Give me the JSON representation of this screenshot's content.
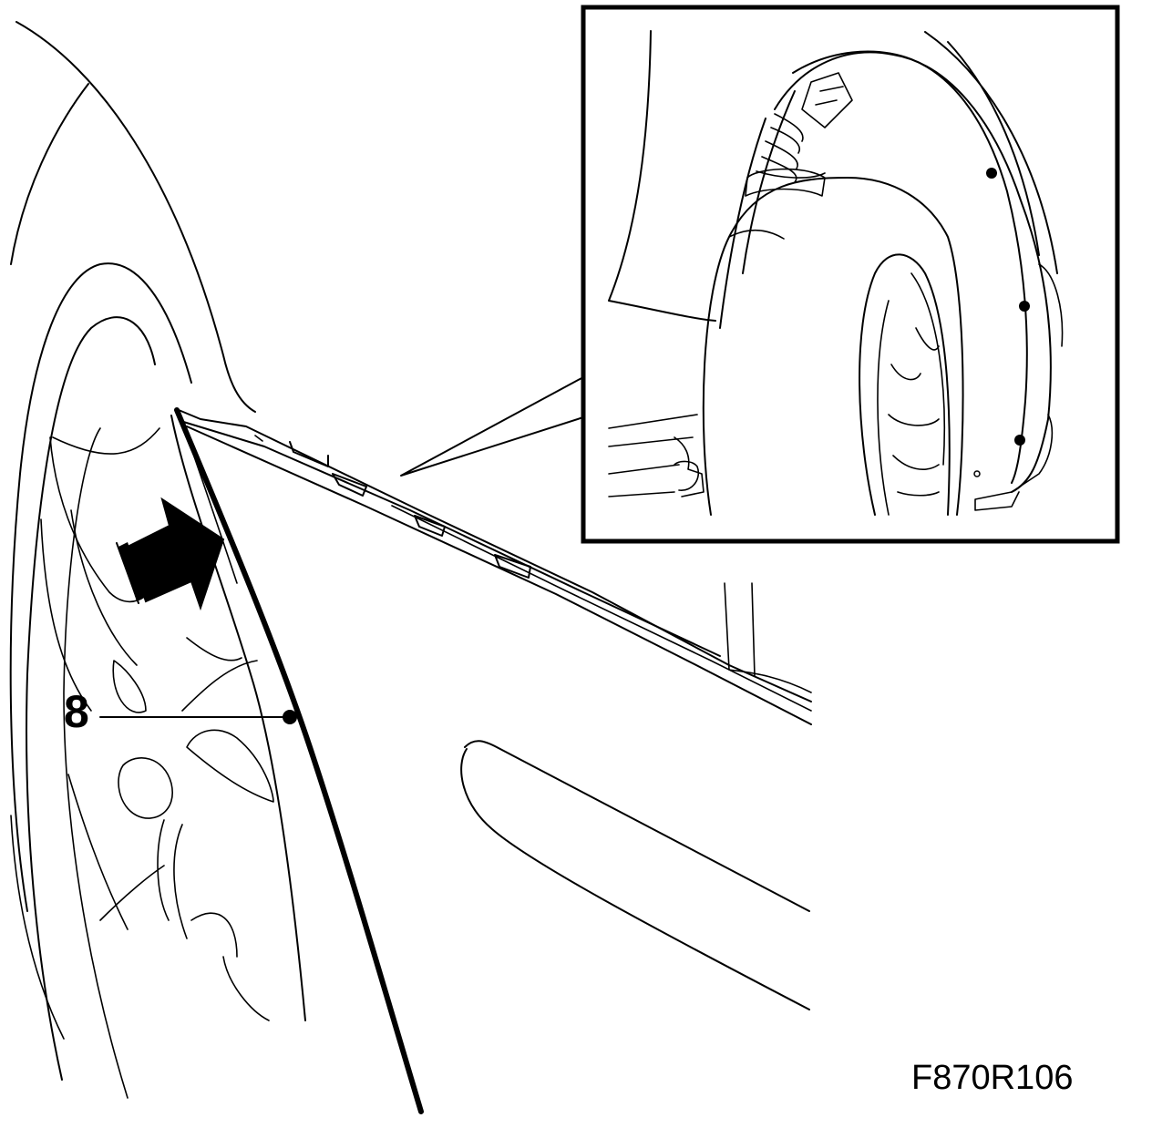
{
  "callout": {
    "number": "8"
  },
  "figure": {
    "code": "F870R106"
  },
  "icons": [
    "push-direction-arrow-icon",
    "inset-detail-frame"
  ],
  "colors": {
    "line": "#000000",
    "background": "#ffffff"
  }
}
